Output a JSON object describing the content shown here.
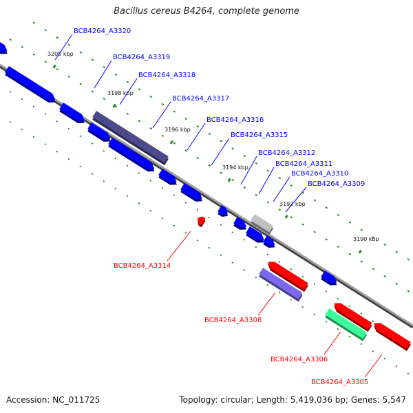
{
  "title": "Bacillus cereus B4264, complete genome",
  "footer": {
    "accession": "Accession: NC_011725",
    "summary": "Topology: circular; Length: 5,419,036 bp; Genes: 5,547"
  },
  "colors": {
    "forward_gene": "#0000ff",
    "reverse_gene": "#ff0000",
    "backbone": "#808080",
    "tick": "#228b22",
    "highlight_purple": "#4b4b8c",
    "highlight_lavender": "#7b68ee",
    "highlight_green": "#3cfc9c",
    "highlight_grey": "#c0c0c0"
  },
  "ticks": [
    {
      "label": "3200 kbp"
    },
    {
      "label": "3198 kbp"
    },
    {
      "label": "3196 kbp"
    },
    {
      "label": "3194 kbp"
    },
    {
      "label": "3192 kbp"
    },
    {
      "label": "3190 kbp"
    }
  ],
  "forward_labels": [
    {
      "text": "BCB4264_A3320"
    },
    {
      "text": "BCB4264_A3319"
    },
    {
      "text": "BCB4264_A3318"
    },
    {
      "text": "BCB4264_A3317"
    },
    {
      "text": "BCB4264_A3316"
    },
    {
      "text": "BCB4264_A3315"
    },
    {
      "text": "BCB4264_A3312"
    },
    {
      "text": "BCB4264_A3311"
    },
    {
      "text": "BCB4264_A3310"
    },
    {
      "text": "BCB4264_A3309"
    }
  ],
  "reverse_labels": [
    {
      "text": "BCB4264_A3314"
    },
    {
      "text": "BCB4264_A3308"
    },
    {
      "text": "BCB4264_A3306"
    },
    {
      "text": "BCB4264_A3305"
    }
  ]
}
